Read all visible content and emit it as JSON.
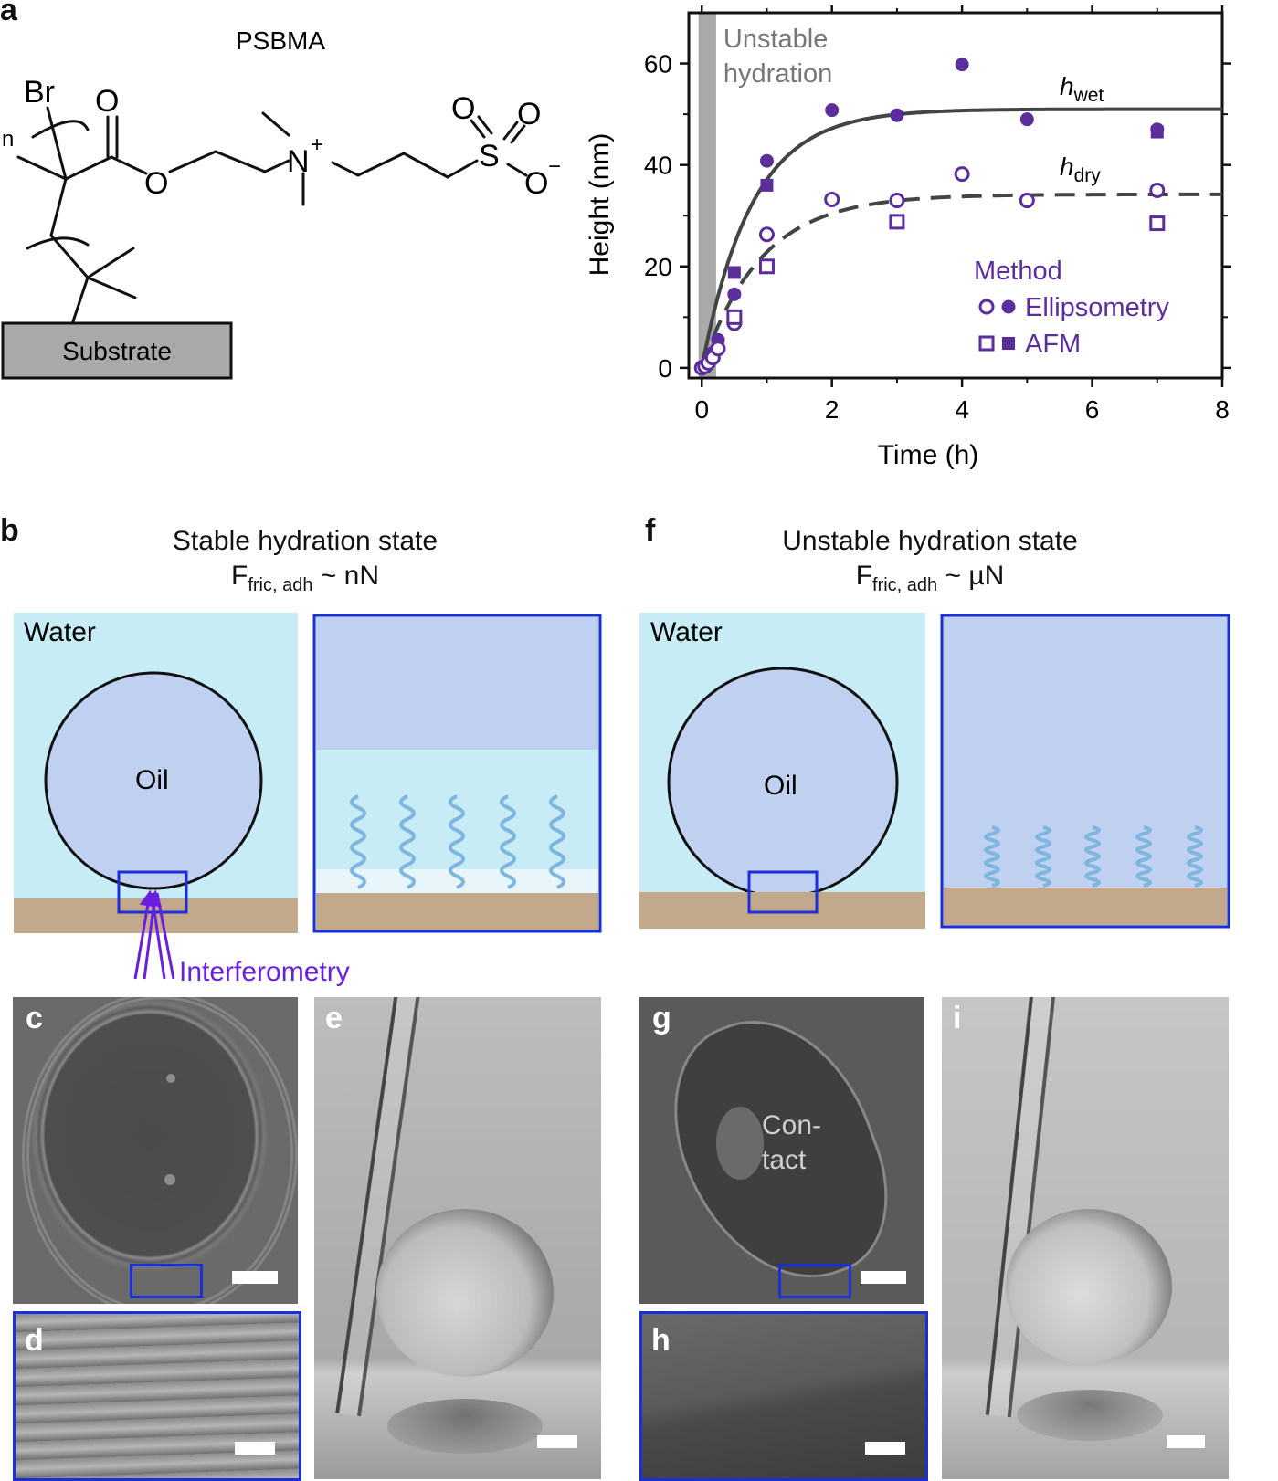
{
  "panel_labels": {
    "a": "a",
    "b": "b",
    "c": "c",
    "d": "d",
    "e": "e",
    "f": "f",
    "g": "g",
    "h": "h",
    "i": "i"
  },
  "chemistry": {
    "polymer_name": "PSBMA",
    "br": "Br",
    "n": "n",
    "o_carbonyl": "O",
    "o_ester": "O",
    "n_plus": "N",
    "plus": "+",
    "s": "S",
    "o_s1": "O",
    "o_s2": "O",
    "o_minus": "O",
    "minus": "−",
    "substrate": "Substrate"
  },
  "chart_data": {
    "type": "scatter",
    "xlabel": "Time (h)",
    "ylabel": "Height (nm)",
    "xlim": [
      -0.2,
      8
    ],
    "ylim": [
      -2,
      70
    ],
    "xticks": [
      0,
      2,
      4,
      6,
      8
    ],
    "yticks": [
      0,
      20,
      40,
      60
    ],
    "shaded_region": {
      "x": [
        -0.05,
        0.22
      ],
      "label_line1": "Unstable",
      "label_line2": "hydration"
    },
    "curve_labels": {
      "wet_main": "h",
      "wet_sub": "wet",
      "dry_main": "h",
      "dry_sub": "dry"
    },
    "legend_title": "Method",
    "legend": [
      {
        "label": "Ellipsometry",
        "markers": "circle"
      },
      {
        "label": "AFM",
        "markers": "square"
      }
    ],
    "fits": {
      "wet": {
        "style": "solid",
        "plateau": 51,
        "rate": 1.3
      },
      "dry": {
        "style": "dashed",
        "plateau": 34.2,
        "rate": 1.1
      }
    },
    "series": [
      {
        "method": "Ellipsometry",
        "state": "wet",
        "marker": "filled-circle",
        "points": [
          [
            0,
            0
          ],
          [
            0.05,
            0.5
          ],
          [
            0.1,
            1.5
          ],
          [
            0.17,
            3
          ],
          [
            0.25,
            5.5
          ],
          [
            0.5,
            14.5
          ],
          [
            1,
            40.8
          ],
          [
            2,
            50.8
          ],
          [
            3,
            49.8
          ],
          [
            4,
            59.8
          ],
          [
            5,
            49
          ],
          [
            7,
            47
          ]
        ]
      },
      {
        "method": "Ellipsometry",
        "state": "dry",
        "marker": "open-circle",
        "points": [
          [
            0,
            0
          ],
          [
            0.05,
            0.3
          ],
          [
            0.1,
            1
          ],
          [
            0.17,
            2
          ],
          [
            0.25,
            3.8
          ],
          [
            0.5,
            8.8
          ],
          [
            1,
            26.3
          ],
          [
            2,
            33.2
          ],
          [
            3,
            33
          ],
          [
            4,
            38.2
          ],
          [
            5,
            33
          ],
          [
            7,
            35
          ]
        ]
      },
      {
        "method": "AFM",
        "state": "wet",
        "marker": "filled-square",
        "points": [
          [
            0.5,
            18.8
          ],
          [
            1,
            36
          ],
          [
            7,
            46.5
          ]
        ]
      },
      {
        "method": "AFM",
        "state": "dry",
        "marker": "open-square",
        "points": [
          [
            0.5,
            10
          ],
          [
            1,
            20
          ],
          [
            3,
            28.8
          ],
          [
            7,
            28.5
          ]
        ]
      }
    ]
  },
  "panel_b": {
    "title": "Stable hydration state",
    "force_main": "F",
    "force_sub": "fric, adh",
    "force_value": " ~ nN",
    "water": "Water",
    "oil": "Oil",
    "interferometry": "Interferometry"
  },
  "panel_f": {
    "title": "Unstable hydration state",
    "force_main": "F",
    "force_sub": "fric, adh",
    "force_value": " ~ µN",
    "water": "Water",
    "oil": "Oil"
  },
  "panel_g": {
    "contact_line1": "Con-",
    "contact_line2": "tact"
  },
  "colors": {
    "purple": "#5b2e9c",
    "water": "#c8ecf5",
    "oil": "#bfd0f0",
    "substrate": "#c2a98b",
    "box_blue": "#1a2fd6",
    "brush": "#7eb6e0",
    "interferometry": "#6a1fe0"
  }
}
